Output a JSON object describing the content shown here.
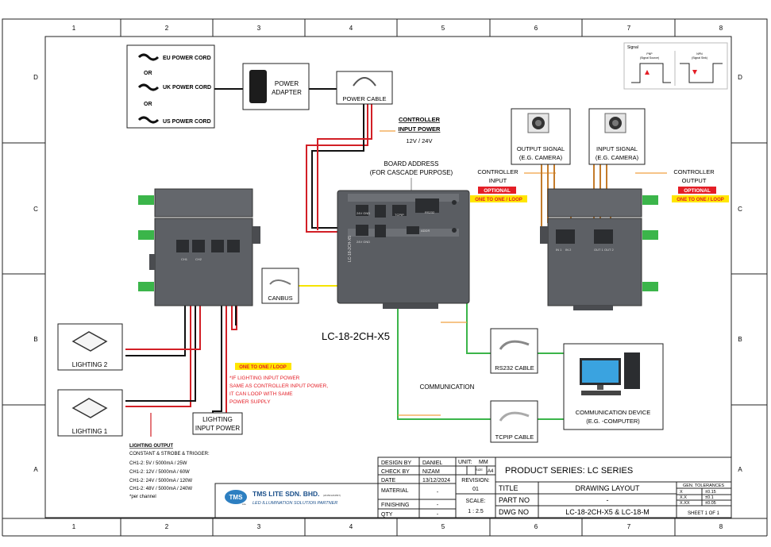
{
  "grid": {
    "columns": [
      "1",
      "2",
      "3",
      "4",
      "5",
      "6",
      "7",
      "8"
    ],
    "rows": [
      "D",
      "C",
      "B",
      "A"
    ]
  },
  "power_cords": {
    "eu": "EU POWER CORD",
    "or1": "OR",
    "uk": "UK POWER CORD",
    "or2": "OR",
    "us": "US POWER CORD"
  },
  "power_adapter": {
    "line1": "POWER",
    "line2": "ADAPTER"
  },
  "power_cable": "POWER CABLE",
  "controller_input_power": {
    "line1": "CONTROLLER",
    "line2": "INPUT POWER",
    "voltage": "12V / 24V"
  },
  "board_address": {
    "line1": "BOARD ADDRESS",
    "line2": "(FOR CASCADE PURPOSE)"
  },
  "controller_model": "LC-18-2CH-X5",
  "canbus": "CANBUS",
  "lighting": {
    "l2": "LIGHTING 2",
    "l1": "LIGHTING 1"
  },
  "lighting_input_power": {
    "line1": "LIGHTING",
    "line2": "INPUT POWER"
  },
  "one_to_one_loop": "ONE TO ONE / LOOP",
  "lighting_note": {
    "line1": "*IF LIGHTING INPUT POWER",
    "line2": "SAME AS CONTROLLER INPUT POWER,",
    "line3": "IT CAN LOOP WITH SAME",
    "line4": "POWER SUPPLY"
  },
  "lighting_output": {
    "title": "LIGHTING OUTPUT",
    "subtitle": "CONSTANT & STROBE & TRIGGER:",
    "lines": [
      "CH1-2: 5V / 5000mA / 25W",
      "CH1-2: 12V / 5000mA / 60W",
      "CH1-2: 24V / 5000mA / 120W",
      "CH1-2: 48V / 5000mA / 240W",
      "*per channel"
    ]
  },
  "output_signal": {
    "line1": "OUTPUT SIGNAL",
    "line2": "(E.G. CAMERA)"
  },
  "input_signal": {
    "line1": "INPUT SIGNAL",
    "line2": "(E.G. CAMERA)"
  },
  "controller_input": {
    "line1": "CONTROLLER",
    "line2": "INPUT",
    "optional": "OPTIONAL",
    "loop": "ONE TO ONE / LOOP"
  },
  "controller_output": {
    "line1": "CONTROLLER",
    "line2": "OUTPUT",
    "optional": "OPTIONAL",
    "loop": "ONE TO ONE / LOOP"
  },
  "signal_legend": {
    "title": "Signal",
    "pnp": "PNP",
    "pnp_sub": "(Signal Source)",
    "npn": "NPN",
    "npn_sub": "(Signal Sink)"
  },
  "communication": "COMMUNICATION",
  "rs232": "RS232 CABLE",
  "tcpip": "TCPIP CABLE",
  "comm_device": {
    "line1": "COMMUNICATION DEVICE",
    "line2": "(E.G. -COMPUTER)"
  },
  "device_labels": {
    "ch1": "CH1",
    "ch2": "CH2",
    "in_24v": "24V GND",
    "addr": "ADDR",
    "tcpip": "TCPIP",
    "rs232": "RS232",
    "in1": "IN 1",
    "in2": "IN 2",
    "out1": "OUT 1",
    "out2": "OUT 2",
    "side_label": "LC-18-2CH-X5"
  },
  "title_block": {
    "design_by_label": "DESIGN BY",
    "design_by": "DANIEL",
    "check_by_label": "CHECK BY",
    "check_by": "NIZAM",
    "date_label": "DATE",
    "date": "13/12/2024",
    "material_label": "MATERIAL",
    "material": "-",
    "finishing_label": "FINISHING",
    "finishing": "-",
    "qty_label": "QTY",
    "qty": "-",
    "unit_label": "UNIT:",
    "unit": "MM",
    "size_label": "SIZE",
    "size": "A4",
    "revision_label": "REVISION:",
    "revision": "01",
    "scale_label": "SCALE:",
    "scale": "1 : 2.5",
    "product_series": "PRODUCT SERIES: LC SERIES",
    "title_label": "TITLE",
    "title": "DRAWING LAYOUT",
    "part_no_label": "PART NO",
    "part_no": "-",
    "dwg_no_label": "DWG NO",
    "dwg_no": "LC-18-2CH-X5 & LC-18-M",
    "tolerances_label": "GEN. TOLERANCES",
    "tol": [
      {
        "k": "X",
        "v": "±0.15"
      },
      {
        "k": "X.X",
        "v": "±0.1"
      },
      {
        "k": "X.XX",
        "v": "±0.05"
      }
    ],
    "sheet": "SHEET 1 OF 1",
    "company": "TMS LITE SDN. BHD.",
    "company_reg": "(201501234567)",
    "tagline": "LED ILLUMINATION SOLUTION PARTNER",
    "logo_text": "TMS",
    "logo_sub": "Lite"
  },
  "colors": {
    "red": "#d21f26",
    "orange": "#f0a040",
    "green": "#3bb54a",
    "yellow": "#f5e400",
    "optional_bg": "#e41e26",
    "loop_bg": "#ffe600"
  }
}
